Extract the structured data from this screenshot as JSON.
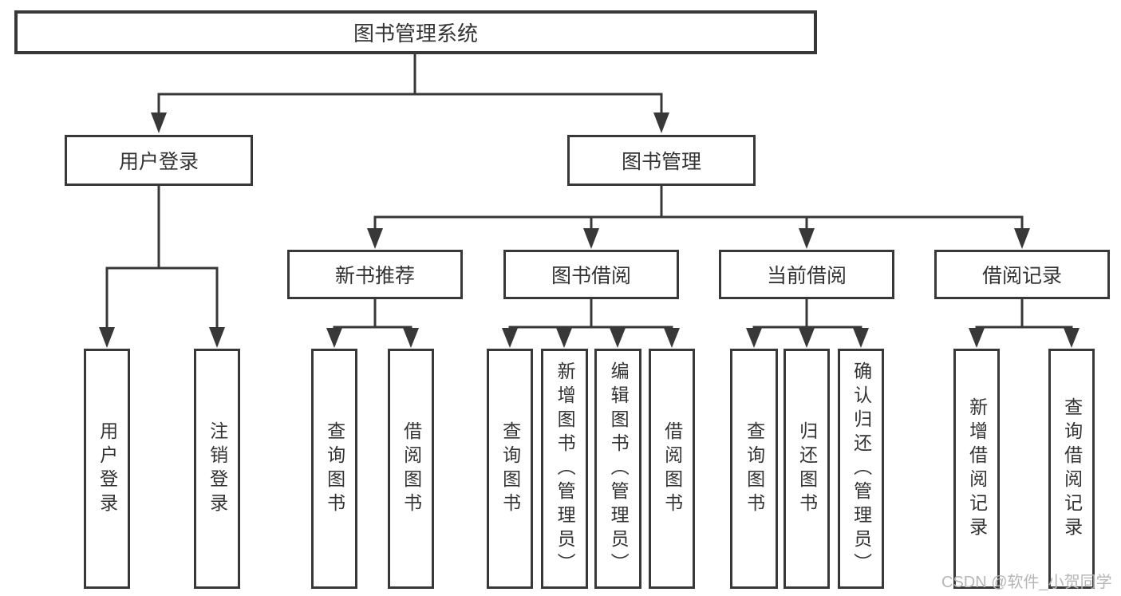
{
  "tree": {
    "root": {
      "label": "图书管理系统"
    },
    "branches": [
      {
        "label": "用户登录",
        "children": [
          {
            "label": "用户登录"
          },
          {
            "label": "注销登录"
          }
        ]
      },
      {
        "label": "图书管理",
        "children": [
          {
            "label": "新书推荐",
            "children": [
              {
                "label": "查询图书"
              },
              {
                "label": "借阅图书"
              }
            ]
          },
          {
            "label": "图书借阅",
            "children": [
              {
                "label": "查询图书"
              },
              {
                "label": "新增图书（管理员）"
              },
              {
                "label": "编辑图书（管理员）"
              },
              {
                "label": "借阅图书"
              }
            ]
          },
          {
            "label": "当前借阅",
            "children": [
              {
                "label": "查询图书"
              },
              {
                "label": "归还图书"
              },
              {
                "label": "确认归还（管理员）"
              }
            ]
          },
          {
            "label": "借阅记录",
            "children": [
              {
                "label": "新增借阅记录"
              },
              {
                "label": "查询借阅记录"
              }
            ]
          }
        ]
      }
    ]
  },
  "watermark": {
    "text": "CSDN @软件_小贺同学"
  },
  "colors": {
    "line": "#383838",
    "text": "#333333",
    "watermark": "#b6b6b6",
    "background": "#ffffff"
  }
}
